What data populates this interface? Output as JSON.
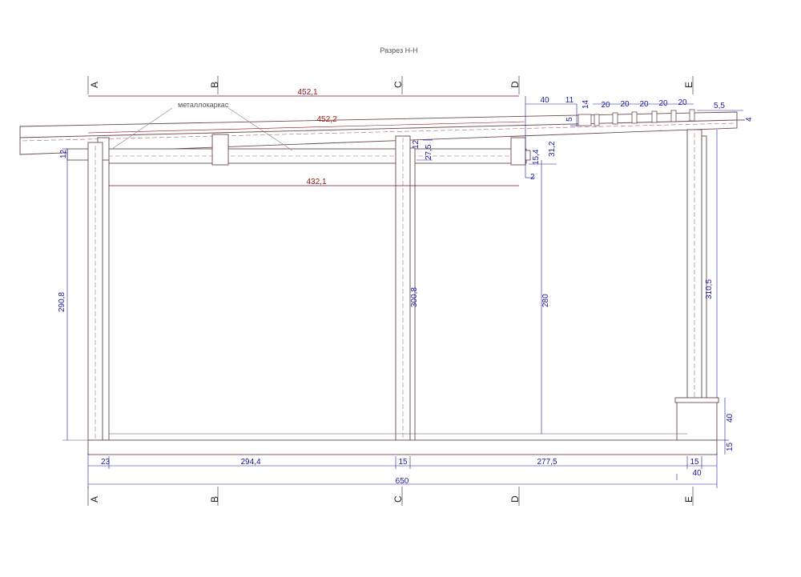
{
  "title": "Разрез Н-Н",
  "annotation": "металлокаркас",
  "axes": [
    "A",
    "B",
    "C",
    "D",
    "E"
  ],
  "dims": {
    "top_span": "452,1",
    "rafter_len": "452,2",
    "inner_span": "432,1",
    "left_height": "290,8",
    "mid_height": "300,8",
    "d_height": "280",
    "right_height": "310,5",
    "beam_h": "12",
    "c_top": "12",
    "c_gap": "27,5",
    "d_15": "15,4",
    "d_31": "31,2",
    "d_2": "2",
    "left_beam": "12",
    "seg_23": "23",
    "seg_294": "294,4",
    "seg_15a": "15",
    "seg_277": "277,5",
    "seg_15b": "15",
    "total": "650",
    "e_40": "40",
    "e_40b": "40",
    "e_15": "15",
    "cant_40": "40",
    "cant_11": "11",
    "cant_14": "14",
    "cant_5": "5",
    "p20a": "20",
    "p20b": "20",
    "p20c": "20",
    "p20d": "20",
    "p20e": "20",
    "p55": "5,5",
    "p4": "4"
  },
  "colors": {
    "line": "#6b4b4b",
    "dim": "#1a1aa0",
    "red": "#9a1010",
    "dash": "#b06070"
  }
}
